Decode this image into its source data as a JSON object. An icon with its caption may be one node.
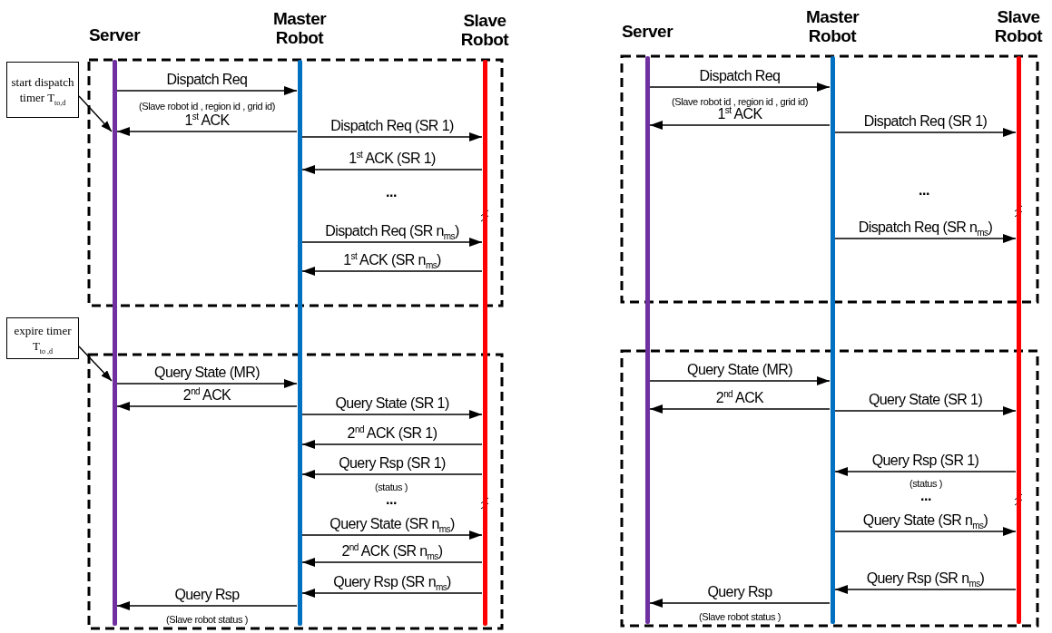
{
  "diagram": {
    "nodes": [
      {
        "text": [
          "Server"
        ]
      },
      {
        "text": [
          "Master Robot"
        ]
      },
      {
        "text": [
          "Slave Robot"
        ]
      },
      {
        "text": [
          "start dispatch timer T$_{to,d}$"
        ]
      },
      {
        "text": [
          "expire timer T$_{to ,d}$"
        ]
      },
      {
        "text": [
          "Server"
        ]
      },
      {
        "text": [
          "Master Robot"
        ]
      },
      {
        "text": [
          "Slave Robot"
        ]
      }
    ],
    "edges": [
      {
        "from": 0,
        "to": 1,
        "arrow": "to",
        "label": "Dispatch Req"
      },
      {
        "from": 1,
        "to": 0,
        "arrow": "to",
        "label": "1$^{st}$ ACK"
      },
      {
        "from": 1,
        "to": 2,
        "arrow": "to",
        "label": "Dispatch Req (SR 1)"
      },
      {
        "from": 2,
        "to": 1,
        "arrow": "to",
        "label": "1$^{st}$ ACK (SR 1)"
      },
      {
        "from": 1,
        "to": 2,
        "arrow": "to",
        "label": "Dispatch Req (SR n$_{ms}$)"
      },
      {
        "from": 2,
        "to": 1,
        "arrow": "to",
        "label": "1$^{st}$ ACK (SR n$_{ms}$)"
      },
      {
        "from": 3,
        "to": 0,
        "arrow": "to"
      },
      {
        "from": 4,
        "to": 0,
        "arrow": "to"
      },
      {
        "from": 0,
        "to": 1,
        "arrow": "to",
        "label": "Query State (MR)"
      },
      {
        "from": 1,
        "to": 0,
        "arrow": "to",
        "label": "2$^{nd}$ ACK"
      },
      {
        "from": 1,
        "to": 2,
        "arrow": "to",
        "label": "Query State (SR 1)"
      },
      {
        "from": 2,
        "to": 1,
        "arrow": "to",
        "label": "2$^{nd}$ ACK (SR 1)"
      },
      {
        "from": 2,
        "to": 1,
        "arrow": "to",
        "label": "Query Rsp (SR 1)"
      },
      {
        "from": 1,
        "to": 2,
        "arrow": "to",
        "label": "Query State (SR n$_{ms}$)"
      },
      {
        "from": 2,
        "to": 1,
        "arrow": "to",
        "label": "2$^{nd}$ ACK (SR n$_{ms}$)"
      },
      {
        "from": 2,
        "to": 1,
        "arrow": "to",
        "label": "Query Rsp (SR n$_{ms}$)"
      },
      {
        "from": 1,
        "to": 0,
        "arrow": "to",
        "label": "Query Rsp"
      },
      {
        "from": 5,
        "to": 6,
        "arrow": "to",
        "label": "Dispatch Req"
      },
      {
        "from": 6,
        "to": 5,
        "arrow": "to",
        "label": "1$^{st}$ ACK"
      },
      {
        "from": 6,
        "to": 7,
        "arrow": "to",
        "label": "Dispatch Req (SR 1)"
      },
      {
        "from": 6,
        "to": 7,
        "arrow": "to",
        "label": "Dispatch Req (SR n$_{ms}$)"
      },
      {
        "from": 5,
        "to": 6,
        "arrow": "to",
        "label": "Query State (MR)"
      },
      {
        "from": 6,
        "to": 5,
        "arrow": "to",
        "label": "2$^{nd}$ ACK"
      },
      {
        "from": 6,
        "to": 7,
        "arrow": "to",
        "label": "Query State (SR 1)"
      },
      {
        "from": 7,
        "to": 6,
        "arrow": "to",
        "label": "Query Rsp (SR 1)"
      },
      {
        "from": 6,
        "to": 7,
        "arrow": "to",
        "label": "Query State (SR n$_{ms}$)"
      },
      {
        "from": 7,
        "to": 6,
        "arrow": "to",
        "label": "Query Rsp (SR n$_{ms}$)"
      },
      {
        "from": 6,
        "to": 5,
        "arrow": "to",
        "label": "Query Rsp"
      }
    ],
    "labels": [
      "(Slave robot id , region id , grid id)",
      "...",
      "(status )",
      "...",
      "(Slave robot status )",
      "(Slave robot id , region id , grid id)",
      "...",
      "(status )",
      "...",
      "(Slave robot status )"
    ]
  }
}
